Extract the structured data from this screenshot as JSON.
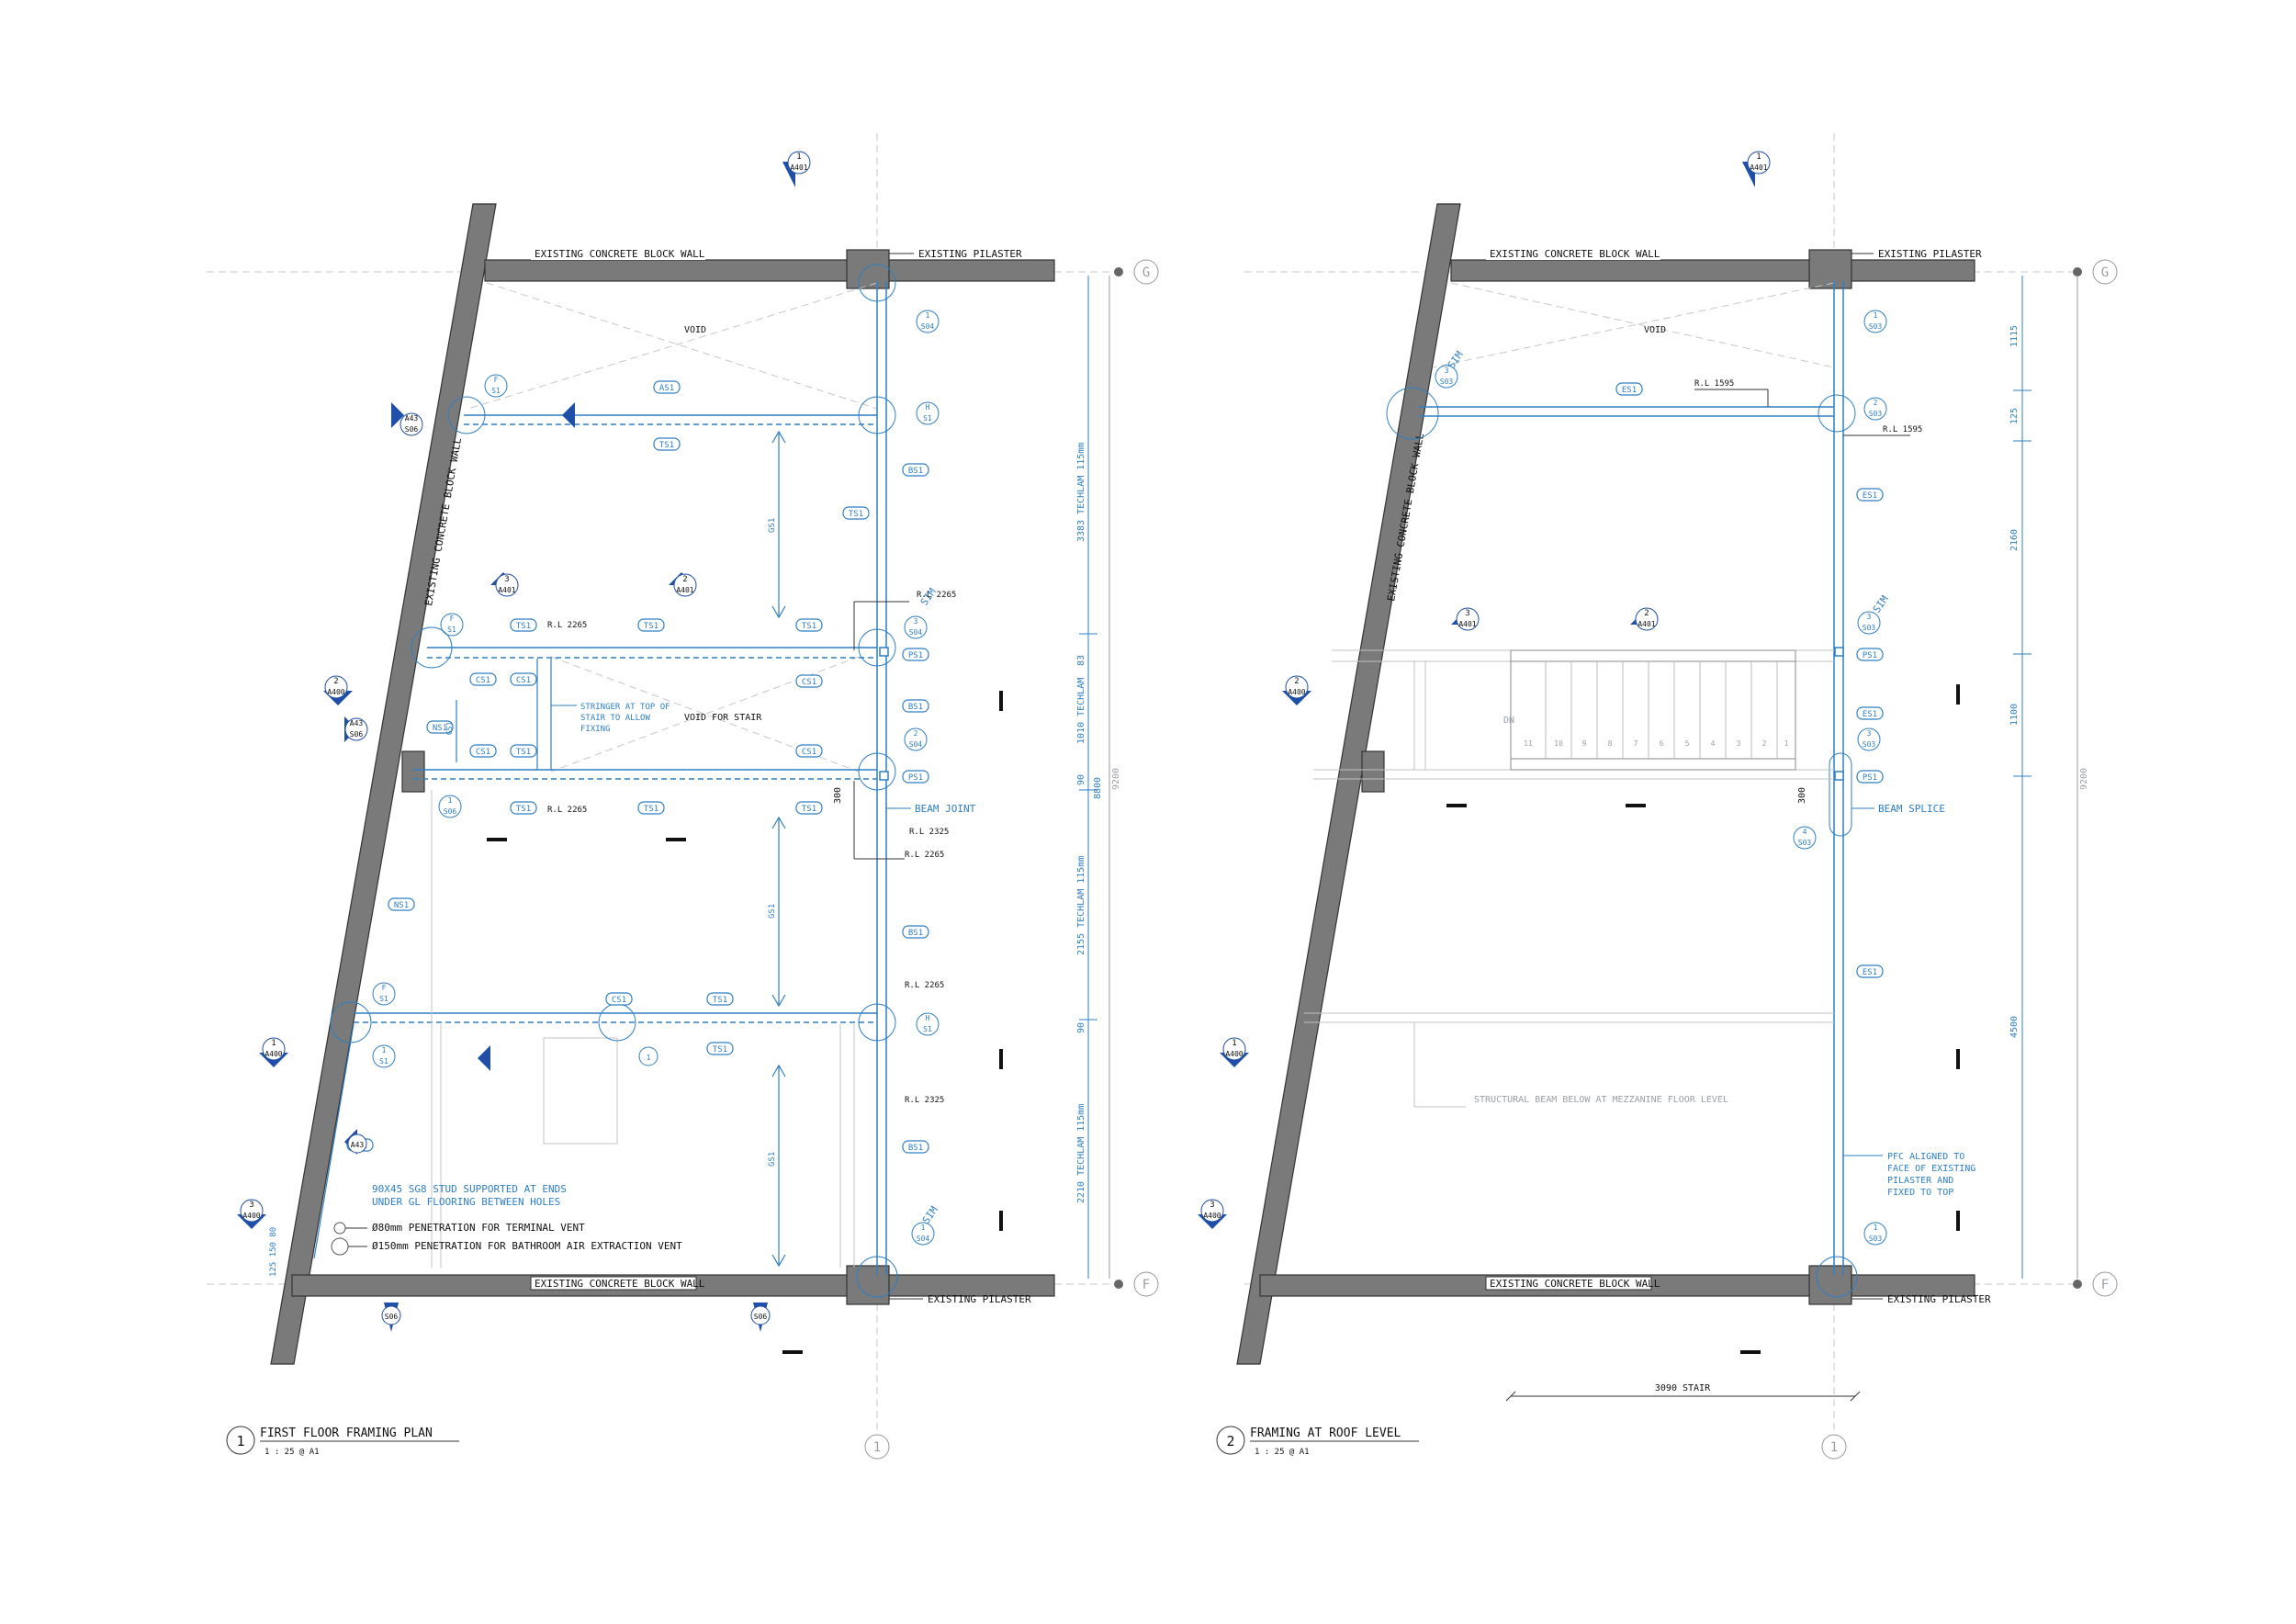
{
  "plan1": {
    "title": "FIRST FLOOR FRAMING PLAN",
    "number": "1",
    "scale": "1 : 25 @ A1",
    "notes": {
      "wall_top": "EXISTING CONCRETE BLOCK WALL",
      "wall_bottom": "EXISTING CONCRETE BLOCK WALL",
      "wall_left": "EXISTING CONCRETE BLOCK WALL",
      "pilaster_top": "EXISTING PILASTER",
      "pilaster_bottom": "EXISTING PILASTER",
      "void": "VOID",
      "void_stair": "VOID FOR STAIR",
      "stringer1": "STRINGER AT TOP OF",
      "stringer2": "STAIR TO ALLOW",
      "stringer3": "FIXING",
      "beam_joint": "BEAM JOINT",
      "stud1": "90X45 SG8 STUD SUPPORTED AT ENDS",
      "stud2": "UNDER GL FLOORING BETWEEN HOLES",
      "pen1": "Ø80mm PENETRATION FOR TERMINAL VENT",
      "pen2": "Ø150mm PENETRATION FOR BATHROOM AIR EXTRACTION VENT"
    },
    "levels": {
      "rl1": "R.L 2265",
      "rl2": "R.L 2265",
      "rl3": "R.L 2265",
      "rl4": "R.L 2325",
      "rl5": "R.L 2265",
      "rl6": "R.L 2265",
      "rl7": "R.L 2325"
    },
    "dims": {
      "d1": "3383 TECHLAM 115mm",
      "d2": "83",
      "d3": "1010 TECHLAM",
      "d4": "90",
      "d5": "8800",
      "d6": "2155 TECHLAM 115mm",
      "d7": "90",
      "d8": "2210 TECHLAM 115mm",
      "total": "9200",
      "d300": "300",
      "left_dims": "125 150 80"
    },
    "tags": {
      "as1": "AS1",
      "ts": "TS1",
      "bs": "BS1",
      "cs": "CS1",
      "ps": "PS1",
      "ns": "NS1",
      "gs": "GS1"
    }
  },
  "plan2": {
    "title": "FRAMING AT ROOF LEVEL",
    "number": "2",
    "scale": "1 : 25 @ A1",
    "notes": {
      "wall_top": "EXISTING CONCRETE BLOCK WALL",
      "wall_bottom": "EXISTING CONCRETE BLOCK WALL",
      "wall_left": "EXISTING CONCRETE BLOCK WALL",
      "pilaster_top": "EXISTING PILASTER",
      "pilaster_bottom": "EXISTING PILASTER",
      "void": "VOID",
      "dn": "DN",
      "beam_splice": "BEAM SPLICE",
      "struct_beam": "STRUCTURAL BEAM BELOW AT MEZZANINE FLOOR LEVEL",
      "pfc1": "PFC ALIGNED TO",
      "pfc2": "FACE OF EXISTING",
      "pfc3": "PILASTER AND",
      "pfc4": "FIXED TO TOP",
      "stair": "3090 STAIR"
    },
    "levels": {
      "rl1": "R.L 1595",
      "rl2": "R.L 1595"
    },
    "dims": {
      "d1": "1115",
      "d2": "125",
      "d3": "2160",
      "d4": "1100",
      "d5": "4500",
      "total": "9200",
      "d300": "300"
    },
    "tags": {
      "es": "ES1",
      "ps": "PS1"
    },
    "steps": [
      "11",
      "10",
      "9",
      "8",
      "7",
      "6",
      "5",
      "4",
      "3",
      "2",
      "1"
    ]
  },
  "grid": {
    "g": "G",
    "f": "F",
    "one": "1"
  },
  "refs": {
    "a401": "A401",
    "a400": "A400",
    "s04": "S04",
    "s03": "S03",
    "s06": "S06",
    "s1": "S1",
    "sim": "SIM",
    "n1": "1",
    "n2": "2",
    "n3": "3",
    "n4": "4",
    "h": "H",
    "f": "F",
    "a43": "A43"
  },
  "colors": {
    "structure_blue": "#2f7fc4",
    "marker_blue": "#1f4fa6",
    "wall_grey": "#7a7a7a"
  }
}
